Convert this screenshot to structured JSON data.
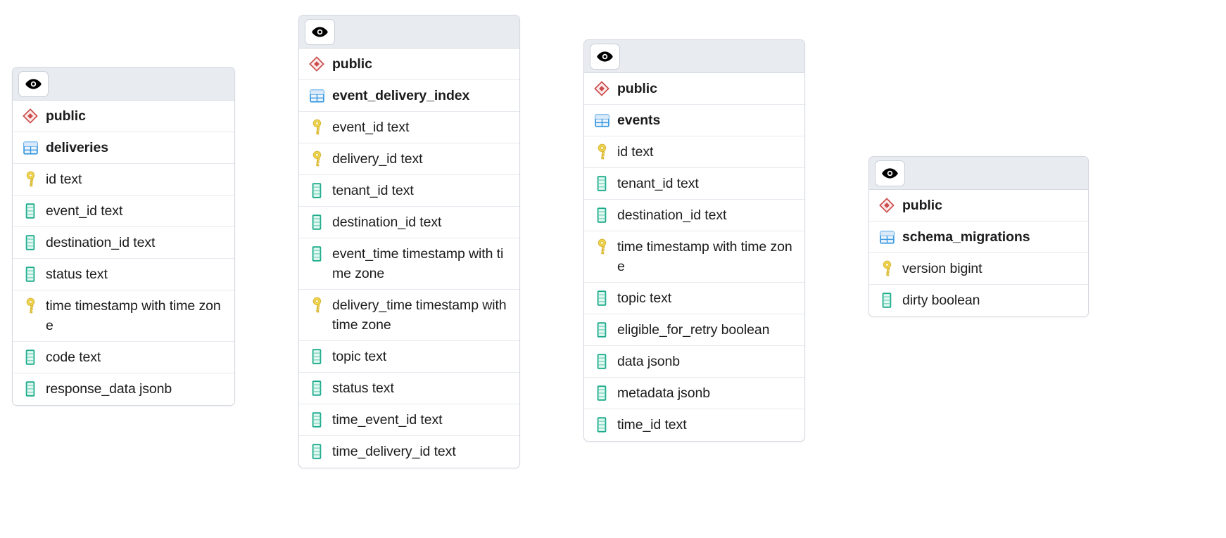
{
  "colors": {
    "card_border": "#d4d9e0",
    "header_bg": "#e8ecf1",
    "row_divider": "#e6e9ee",
    "schema_icon": "#cc4b4b",
    "table_icon": "#3b9ae1",
    "key_icon": "#e8c84a",
    "column_icon": "#1aab8a",
    "text": "#1c1c1e",
    "page_bg": "#ffffff"
  },
  "icons": {
    "visibility": "eye-icon",
    "schema": "schema-diamond-icon",
    "table": "table-grid-icon",
    "key": "key-icon",
    "column": "column-icon"
  },
  "tables": [
    {
      "id": "deliveries",
      "schema": "public",
      "name": "deliveries",
      "columns": [
        {
          "label": "id text",
          "icon": "key-icon"
        },
        {
          "label": "event_id text",
          "icon": "column-icon"
        },
        {
          "label": "destination_id text",
          "icon": "column-icon"
        },
        {
          "label": "status text",
          "icon": "column-icon"
        },
        {
          "label": "time timestamp with time zone",
          "icon": "key-icon"
        },
        {
          "label": "code text",
          "icon": "column-icon"
        },
        {
          "label": "response_data jsonb",
          "icon": "column-icon"
        }
      ]
    },
    {
      "id": "event_delivery_index",
      "schema": "public",
      "name": "event_delivery_index",
      "columns": [
        {
          "label": "event_id text",
          "icon": "key-icon"
        },
        {
          "label": "delivery_id text",
          "icon": "key-icon"
        },
        {
          "label": "tenant_id text",
          "icon": "column-icon"
        },
        {
          "label": "destination_id text",
          "icon": "column-icon"
        },
        {
          "label": "event_time timestamp with time zone",
          "icon": "column-icon"
        },
        {
          "label": "delivery_time timestamp with time zone",
          "icon": "key-icon"
        },
        {
          "label": "topic text",
          "icon": "column-icon"
        },
        {
          "label": "status text",
          "icon": "column-icon"
        },
        {
          "label": "time_event_id text",
          "icon": "column-icon"
        },
        {
          "label": "time_delivery_id text",
          "icon": "column-icon"
        }
      ]
    },
    {
      "id": "events",
      "schema": "public",
      "name": "events",
      "columns": [
        {
          "label": "id text",
          "icon": "key-icon"
        },
        {
          "label": "tenant_id text",
          "icon": "column-icon"
        },
        {
          "label": "destination_id text",
          "icon": "column-icon"
        },
        {
          "label": "time timestamp with time zone",
          "icon": "key-icon"
        },
        {
          "label": "topic text",
          "icon": "column-icon"
        },
        {
          "label": "eligible_for_retry boolean",
          "icon": "column-icon"
        },
        {
          "label": "data jsonb",
          "icon": "column-icon"
        },
        {
          "label": "metadata jsonb",
          "icon": "column-icon"
        },
        {
          "label": "time_id text",
          "icon": "column-icon"
        }
      ]
    },
    {
      "id": "schema_migrations",
      "schema": "public",
      "name": "schema_migrations",
      "columns": [
        {
          "label": "version bigint",
          "icon": "key-icon"
        },
        {
          "label": "dirty boolean",
          "icon": "column-icon"
        }
      ]
    }
  ]
}
